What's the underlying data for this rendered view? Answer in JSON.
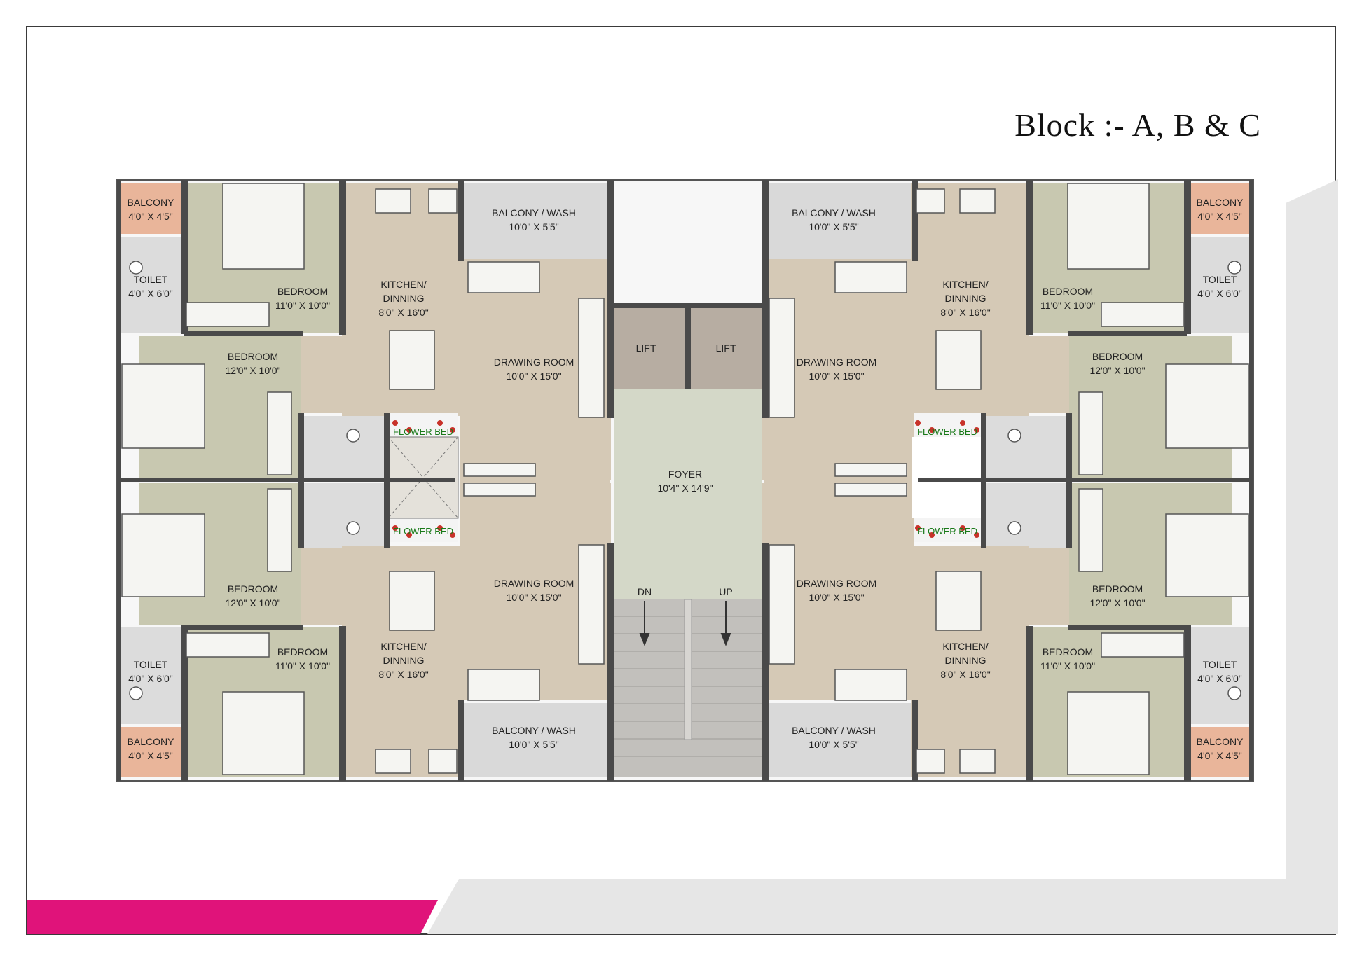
{
  "title": "Block :- A, B & C",
  "colors": {
    "room": "#d5c9b6",
    "bedroom": "#c8c8b0",
    "toilet": "#dcdcdc",
    "balcony_small": "#e9b59a",
    "balcony_wash": "#d9d9d9",
    "lift": "#b7ada2",
    "foyer": "#d4d8c8",
    "stair": "#c2c0bc",
    "wall": "#4a4a4a",
    "accent": "#e0137a",
    "shade": "#e6e6e6"
  },
  "labels": {
    "balcony": "BALCONY",
    "balcony_dim": "4'0\" X 4'5\"",
    "toilet": "TOILET",
    "toilet_dim": "4'0\" X 6'0\"",
    "bedroom": "BEDROOM",
    "bedroom_small_dim": "11'0\" X 10'0\"",
    "bedroom_large_dim": "12'0\" X 10'0\"",
    "kitchen_l1": "KITCHEN/",
    "kitchen_l2": "DINNING",
    "kitchen_dim": "8'0\" X 16'0\"",
    "balcony_wash": "BALCONY / WASH",
    "balcony_wash_dim": "10'0\" X 5'5\"",
    "drawing": "DRAWING ROOM",
    "drawing_dim": "10'0\" X 15'0\"",
    "flower_bed": "FLOWER BED",
    "lift": "LIFT",
    "foyer": "FOYER",
    "foyer_dim": "10'4\" X 14'9\"",
    "dn": "DN",
    "up": "UP"
  }
}
